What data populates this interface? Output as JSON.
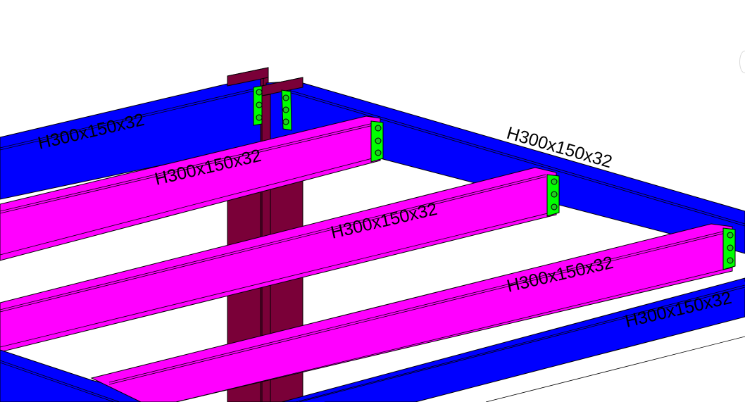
{
  "view": {
    "type": "3D structural steel model view",
    "background": "#ffffff"
  },
  "colors": {
    "girder": "#0000ff",
    "joist": "#ff00ff",
    "column": "#7a0038",
    "plate": "#00ff00",
    "edge": "#000000"
  },
  "members": {
    "girder_back_left": {
      "label": "H300x150x32",
      "profile": "H300x150x32"
    },
    "girder_back_right": {
      "label": "H300x150x32",
      "profile": "H300x150x32"
    },
    "girder_front_right": {
      "label": "H300x150x32",
      "profile": "H300x150x32"
    },
    "joist_1": {
      "label": "H300x150x32",
      "profile": "H300x150x32"
    },
    "joist_2": {
      "label": "H300x150x32",
      "profile": "H300x150x32"
    },
    "joist_3": {
      "label": "H300x150x32",
      "profile": "H300x150x32"
    }
  },
  "connections": {
    "shear_plate_bolts_per_plate": 3
  },
  "nav_widget": {
    "icon": "view-cube-icon"
  }
}
